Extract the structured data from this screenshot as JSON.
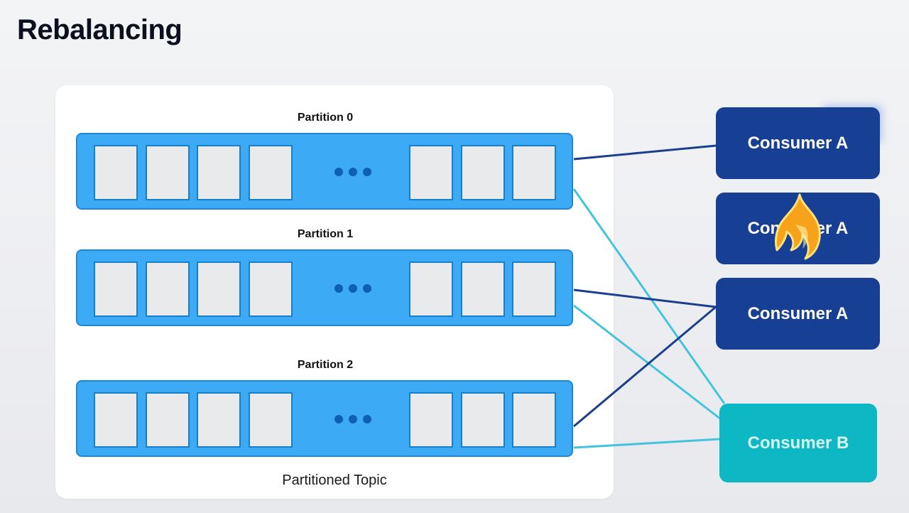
{
  "slide": {
    "title": "Rebalancing"
  },
  "topic": {
    "caption": "Partitioned Topic",
    "partitions": [
      {
        "label": "Partition 0"
      },
      {
        "label": "Partition 1"
      },
      {
        "label": "Partition 2"
      }
    ]
  },
  "consumers": [
    {
      "label": "Consumer A",
      "status": "active"
    },
    {
      "label": "Consumer A",
      "status": "failed"
    },
    {
      "label": "Consumer A",
      "status": "active"
    },
    {
      "label": "Consumer B",
      "status": "active"
    }
  ],
  "assignments": [
    {
      "partition": "Partition 0",
      "consumer_index": 0,
      "kind": "old"
    },
    {
      "partition": "Partition 0",
      "consumer_index": 3,
      "kind": "new"
    },
    {
      "partition": "Partition 1",
      "consumer_index": 2,
      "kind": "old"
    },
    {
      "partition": "Partition 1",
      "consumer_index": 3,
      "kind": "new"
    },
    {
      "partition": "Partition 2",
      "consumer_index": 2,
      "kind": "old"
    },
    {
      "partition": "Partition 2",
      "consumer_index": 3,
      "kind": "new"
    }
  ],
  "colors": {
    "partition_fill": "#3daaf6",
    "consumer_a": "#173f94",
    "consumer_b": "#0db8c4",
    "line_old": "#1b3f8f",
    "line_new": "#43c4dd",
    "fire": "#f7a21b"
  }
}
